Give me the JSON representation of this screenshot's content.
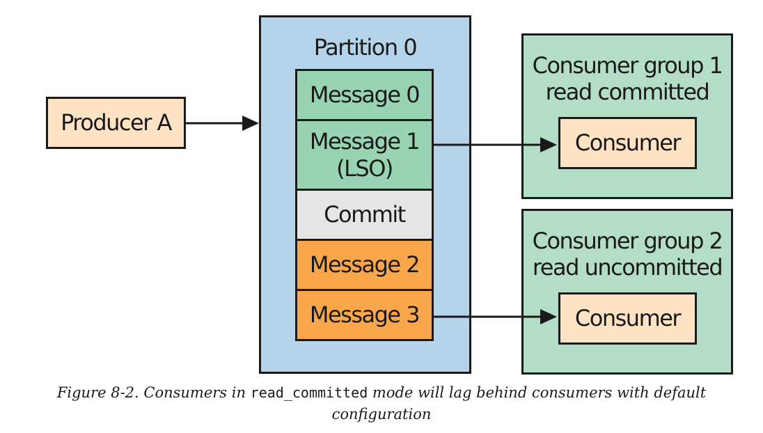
{
  "producer": {
    "label": "Producer A"
  },
  "partition": {
    "title": "Partition 0",
    "messages": [
      {
        "label": "Message 0"
      },
      {
        "label": "Message 1\n(LSO)"
      },
      {
        "label": "Commit"
      },
      {
        "label": "Message 2"
      },
      {
        "label": "Message 3"
      }
    ]
  },
  "groups": [
    {
      "title": "Consumer group 1\nread committed",
      "consumer": "Consumer"
    },
    {
      "title": "Consumer group 2\nread uncommitted",
      "consumer": "Consumer"
    }
  ],
  "caption": {
    "prefix": "Figure 8-2. Consumers in ",
    "code": "read_committed",
    "line1_suffix": " mode will lag behind consumers with default",
    "line2": "configuration"
  },
  "colors": {
    "producer": "#fde2c4",
    "partition": "#b5d4ea",
    "committed_message": "#98d3b4",
    "commit_marker": "#e5e5e5",
    "uncommitted_message": "#f9a74a",
    "consumer_group": "#b3ddc6",
    "consumer": "#fde2c4"
  }
}
